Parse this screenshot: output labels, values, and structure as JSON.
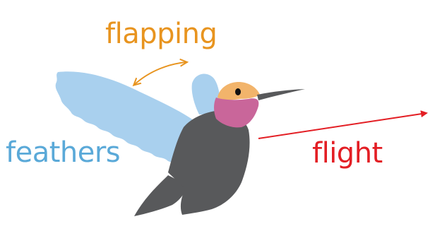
{
  "labels": {
    "flapping": "flapping",
    "feathers": "feathers",
    "flight": "flight"
  },
  "colors": {
    "flapping": "#e8941f",
    "feathers": "#5aa9d8",
    "flight": "#e31e24",
    "wing": "#a9d0ee",
    "body": "#58595b",
    "head": "#f2b46b",
    "throat": "#c9669a",
    "beak": "#58595b",
    "eye": "#111111"
  },
  "icons": {
    "bird": "hummingbird-illustration",
    "flapping_arrow": "double-headed-curved-arrow",
    "flight_arrow": "right-arrow"
  }
}
